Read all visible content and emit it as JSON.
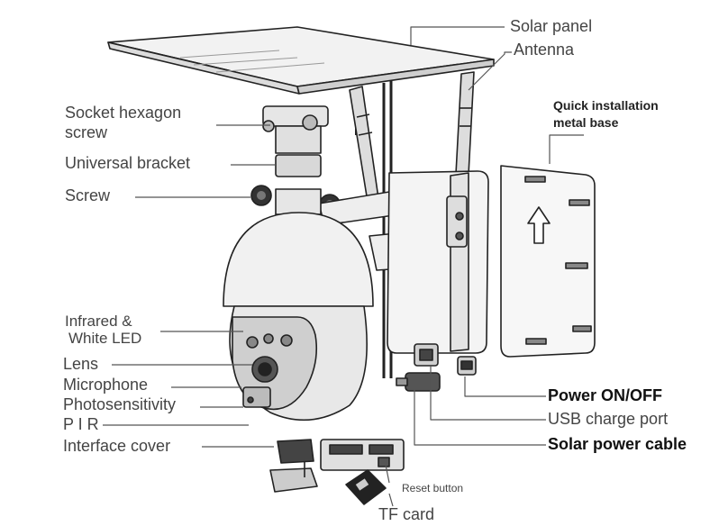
{
  "labels": {
    "solar_panel": "Solar panel",
    "antenna": "Antenna",
    "quick_install_line1": "Quick installation",
    "quick_install_line2": "metal base",
    "socket_line1": "Socket hexagon",
    "socket_line2": "screw",
    "universal_bracket": "Universal bracket",
    "screw": "Screw",
    "infrared_line1": "Infrared &",
    "infrared_line2": "White LED",
    "lens": "Lens",
    "microphone": "Microphone",
    "photosensitivity": "Photosensitivity",
    "pir": "P I R",
    "interface_cover": "Interface cover",
    "power_onoff": "Power ON/OFF",
    "usb_charge_port": "USB charge port",
    "solar_power_cable": "Solar power cable",
    "reset_button": "Reset button",
    "tf_card": "TF card"
  },
  "icons": [
    "arrow-up-icon"
  ]
}
